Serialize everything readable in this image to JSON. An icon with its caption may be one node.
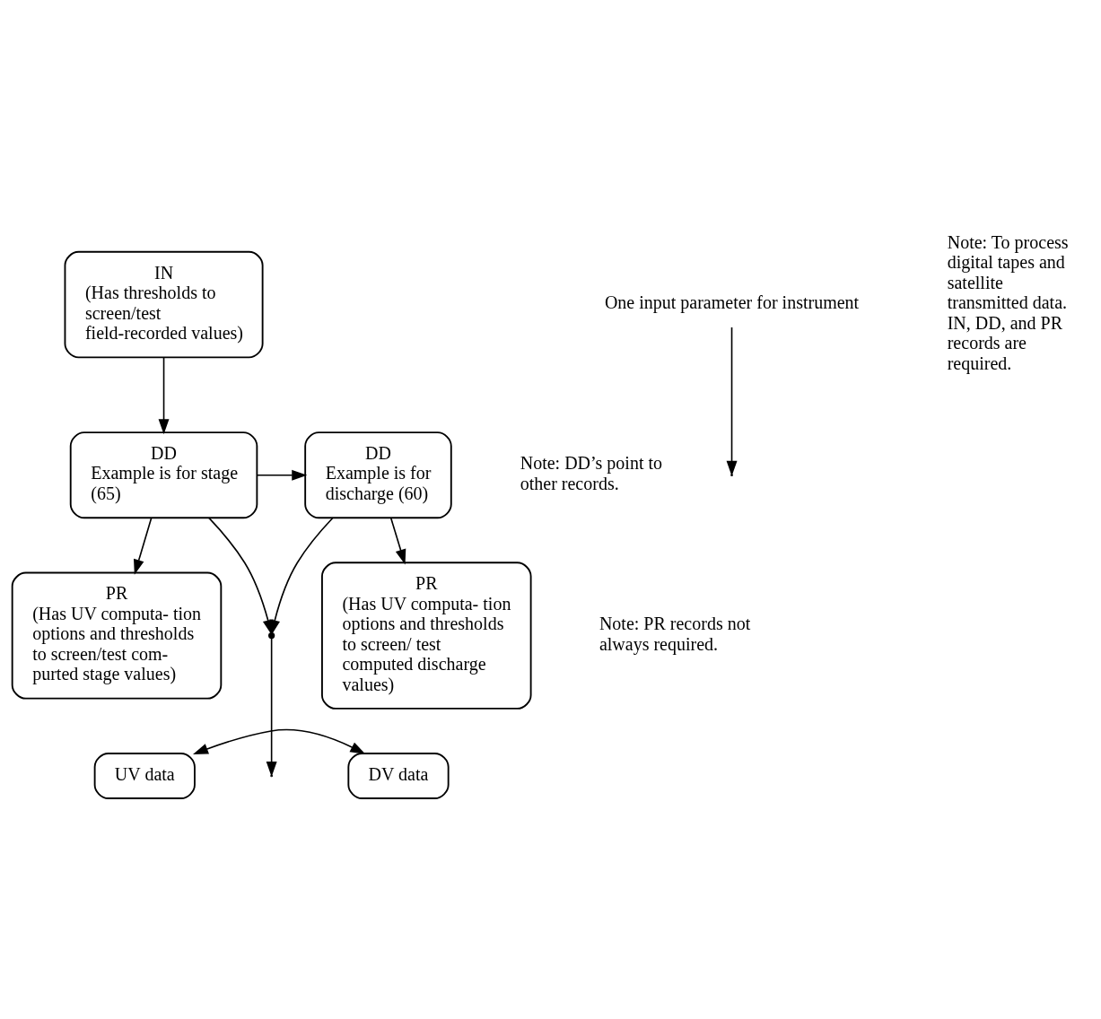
{
  "diagram": {
    "nodes": [
      {
        "text": [
          "IN",
          "(Has thresholds to screen/test field-recorded values)"
        ]
      },
      {
        "text": [
          "DD",
          "Example is for stage (65)"
        ]
      },
      {
        "text": [
          "DD",
          "Example is for discharge (60)"
        ]
      },
      {
        "text": [
          "PR",
          "(Has UV computa- tion options and thresholds to screen/test com- purted stage values)"
        ]
      },
      {
        "text": [
          "PR",
          "(Has UV computa- tion options and thresholds to screen/ test computed discharge values)"
        ]
      },
      {
        "text": [
          "UV data"
        ]
      },
      {
        "text": [
          "DV data"
        ]
      },
      {
        "text": [
          "One input parameter for instrument"
        ]
      },
      {
        "text": [],
        "shape": "point"
      }
    ],
    "edges": [
      {
        "from": 0,
        "to": 1,
        "arrow": "to"
      },
      {
        "from": 7,
        "to": null,
        "arrow": "to"
      },
      {
        "from": 1,
        "to": 2,
        "arrow": "to"
      },
      {
        "from": 1,
        "to": 8,
        "arrow": "to"
      },
      {
        "from": 2,
        "to": 8,
        "arrow": "to"
      },
      {
        "from": 1,
        "to": 3,
        "arrow": "to"
      },
      {
        "from": 2,
        "to": 4,
        "arrow": "to"
      },
      {
        "from": 8,
        "to": null,
        "arrow": "to"
      },
      {
        "from": 5,
        "to": 6,
        "arrow": "both"
      }
    ],
    "labels": [
      "Note: To process digital tapes and satellite transmitted data. IN, DD, and PR records are required.",
      "Note: DD’s point to other records.",
      "Note: PR records not always required."
    ]
  }
}
